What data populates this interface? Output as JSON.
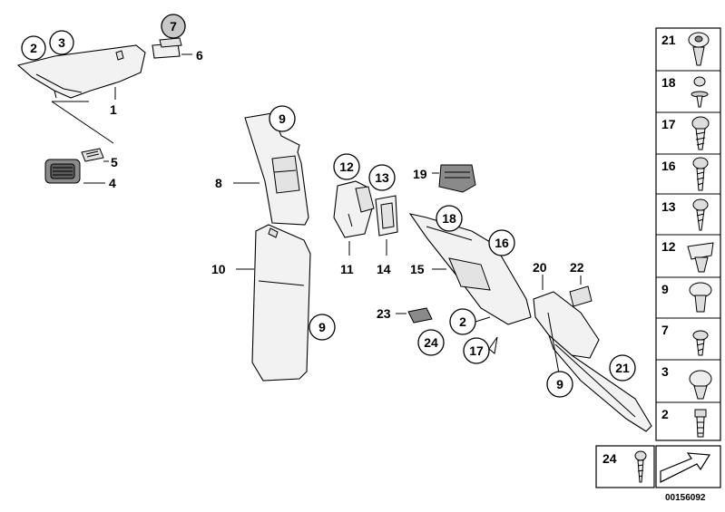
{
  "callouts": {
    "c2": "2",
    "c3": "3",
    "c7": "7",
    "c9a": "9",
    "c12": "12",
    "c13": "13",
    "c18": "18",
    "c16": "16",
    "c9b": "9",
    "c2b": "2",
    "c24": "24",
    "c17": "17",
    "c9c": "9",
    "c21": "21"
  },
  "labels": {
    "l6": "6",
    "l1": "1",
    "l5": "5",
    "l4": "4",
    "l8": "8",
    "l10": "10",
    "l11": "11",
    "l14": "14",
    "l19": "19",
    "l15": "15",
    "l20": "20",
    "l22": "22",
    "l23": "23"
  },
  "legend": {
    "cells": [
      "21",
      "18",
      "17",
      "16",
      "13",
      "12",
      "9",
      "7",
      "3",
      "2"
    ],
    "bottom_cell": "24"
  },
  "code": "00156092"
}
